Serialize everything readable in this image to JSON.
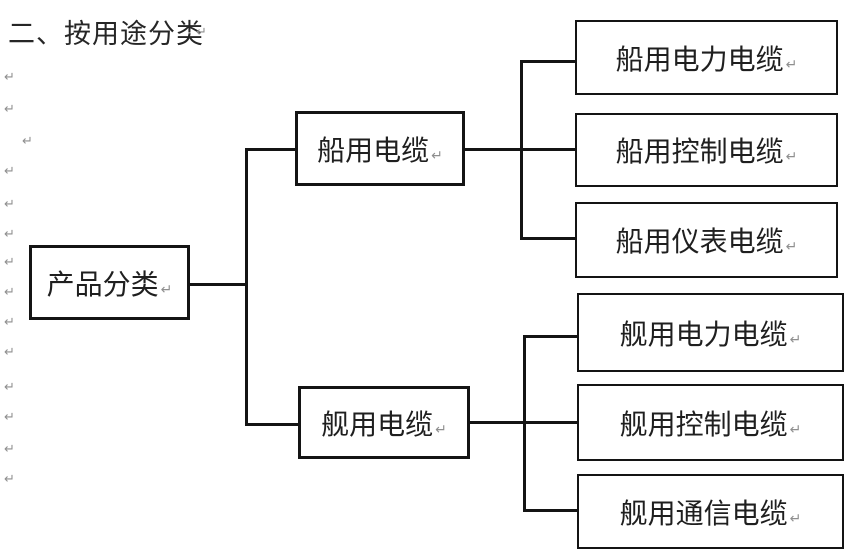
{
  "title": {
    "text": "二、按用途分类"
  },
  "marks": {
    "glyph": "↵",
    "name": "paragraph-return-mark"
  },
  "colors": {
    "background": "#ffffff",
    "line": "#141414",
    "text": "#1f1f1f",
    "mark": "#8f8f8f"
  },
  "diagram": {
    "type": "tree",
    "root": {
      "label": "产品分类"
    },
    "branches": [
      {
        "label": "船用电缆",
        "children": [
          {
            "label": "船用电力电缆"
          },
          {
            "label": "船用控制电缆"
          },
          {
            "label": "船用仪表电缆"
          }
        ]
      },
      {
        "label": "舰用电缆",
        "children": [
          {
            "label": "舰用电力电缆"
          },
          {
            "label": "舰用控制电缆"
          },
          {
            "label": "舰用通信电缆"
          }
        ]
      }
    ]
  }
}
